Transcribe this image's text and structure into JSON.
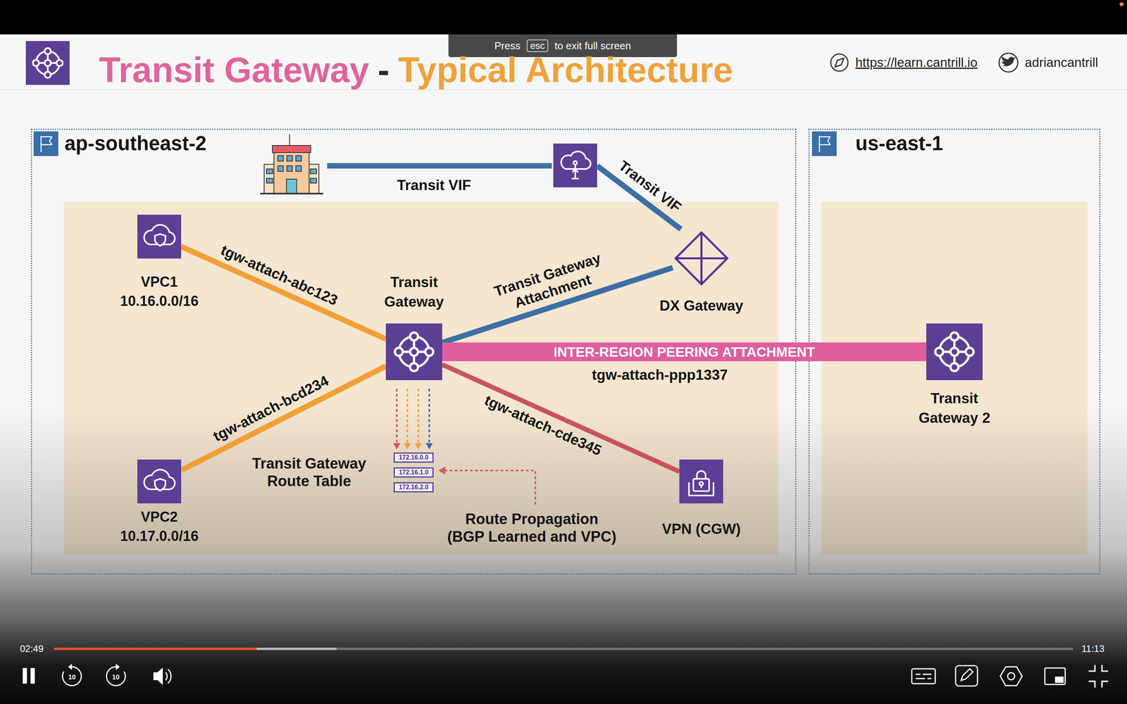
{
  "diagram": {
    "title": "Transit Gateway",
    "nodes": [
      {
        "text": [
          "ap-southeast-2"
        ]
      },
      {
        "text": [
          "VPC1",
          "10.16.0.0/16"
        ],
        "in": 0
      },
      {
        "text": [
          "Transit Gateway"
        ],
        "in": 0
      },
      {
        "text": [
          "DX Gateway"
        ],
        "in": 0
      },
      {
        "text": [
          "VPC2",
          "10.17.0.0/16"
        ],
        "in": 0
      },
      {
        "text": [
          "Transit Gateway Route Table",
          "172.16.0.0",
          "172.16.1.0",
          "172.16.2.0"
        ],
        "in": 0
      },
      {
        "text": [
          "VPN (CGW)"
        ],
        "in": 0
      },
      {
        "text": [
          "us-east-1"
        ]
      },
      {
        "text": [
          "Transit Gateway 2"
        ],
        "in": 7
      }
    ],
    "edges": [
      {
        "from": 1,
        "to": 2,
        "arrow": "none",
        "label": "tgw-attach-abc123"
      },
      {
        "from": 4,
        "to": 2,
        "arrow": "none",
        "label": "tgw-attach-bcd234"
      },
      {
        "from": 2,
        "to": 3,
        "arrow": "none",
        "label": "Transit Gateway Attachment"
      },
      {
        "from": 2,
        "to": 8,
        "arrow": "none",
        "label": "INTER-REGION PEERING ATTACHMENT"
      },
      {
        "from": 2,
        "to": 6,
        "arrow": "none",
        "label": "tgw-attach-cde345"
      },
      {
        "from": 2,
        "to": 5,
        "arrow": "to"
      },
      {
        "from": 2,
        "to": 5,
        "arrow": "to"
      },
      {
        "from": 2,
        "to": 5,
        "arrow": "to"
      },
      {
        "from": 2,
        "to": 5,
        "arrow": "to"
      }
    ],
    "labels": [
      "-",
      "Typical Architecture",
      "Press",
      "esc",
      "to exit full screen",
      "https://learn.cantrill.io",
      "adriancantrill",
      "Transit VIF",
      "Transit VIF",
      "tgw-attach-ppp1337",
      "Route Propagation (BGP Learned and VPC)",
      "02:49",
      "11:13",
      "10",
      "10"
    ]
  }
}
